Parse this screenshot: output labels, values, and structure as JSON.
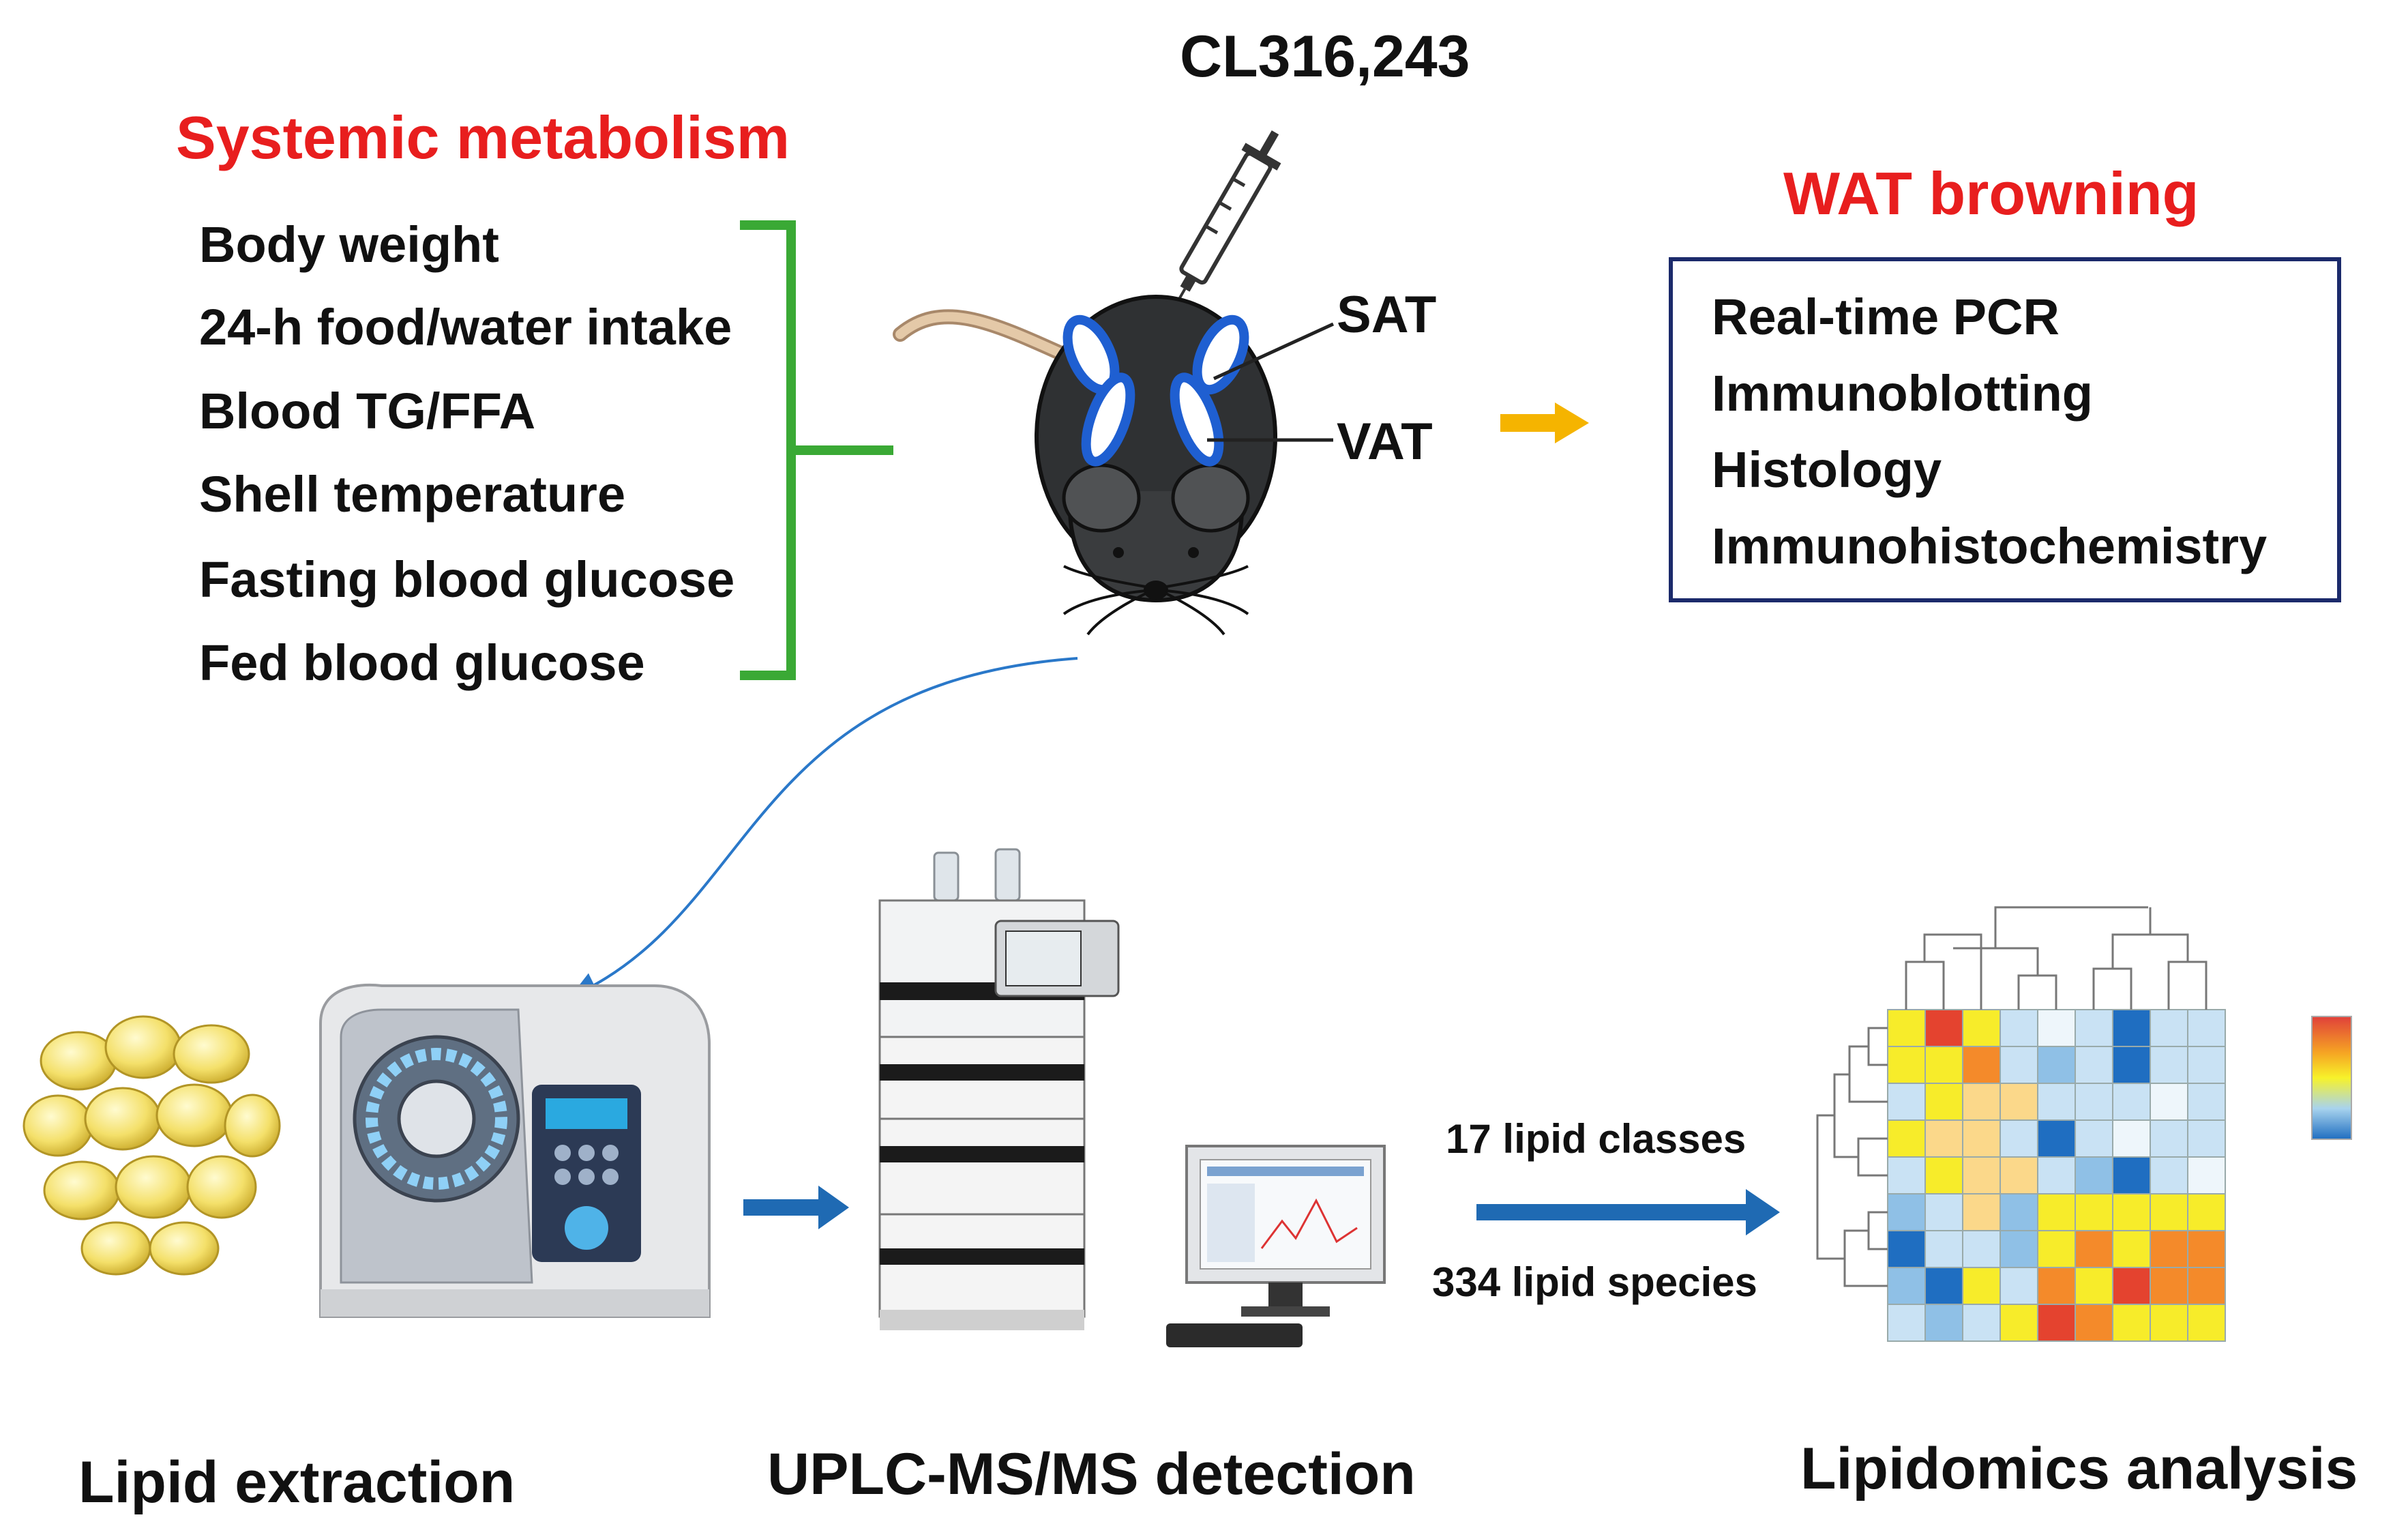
{
  "injection": {
    "drug": "CL316,243"
  },
  "systemic": {
    "title": "Systemic metabolism",
    "items": [
      "Body weight",
      "24-h food/water intake",
      "Blood TG/FFA",
      "Shell temperature",
      "Fasting blood glucose",
      "Fed blood glucose"
    ]
  },
  "mouse": {
    "sat_label": "SAT",
    "vat_label": "VAT"
  },
  "wat": {
    "title": "WAT browning",
    "items": [
      "Real-time PCR",
      "Immunoblotting",
      "Histology",
      "Immunohistochemistry"
    ]
  },
  "pipeline": {
    "step1": "Lipid extraction",
    "step2": "UPLC-MS/MS detection",
    "step3": "Lipidomics analysis",
    "classes": "17 lipid classes",
    "species": "334 lipid species"
  },
  "colors": {
    "heading_red": "#e81e1e",
    "bracket_green": "#3aa935",
    "arrow_orange": "#f5b400",
    "arrow_blue": "#1f6ab3",
    "box_navy": "#1b2a6b"
  }
}
